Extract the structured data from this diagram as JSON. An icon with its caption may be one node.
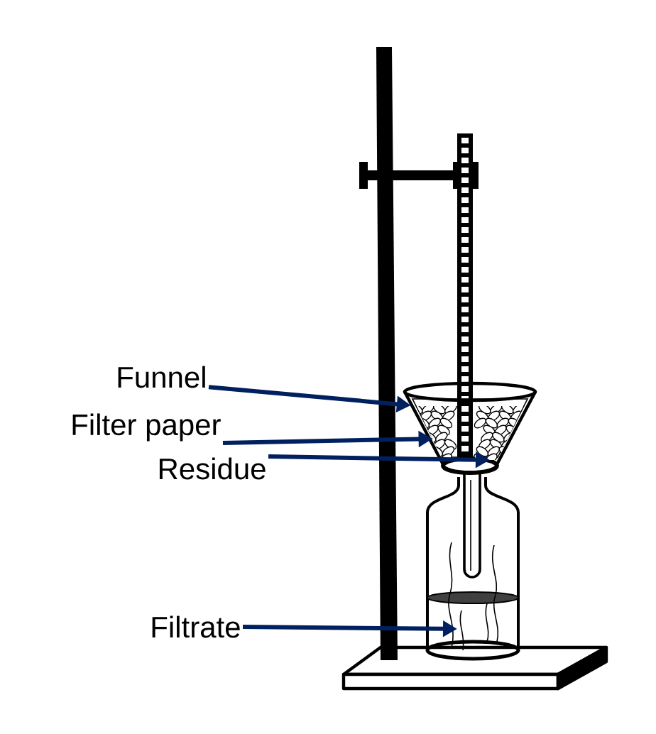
{
  "diagram": {
    "nodes": [
      {
        "text": [
          "Funnel"
        ]
      },
      {
        "text": [
          "Filter paper"
        ]
      },
      {
        "text": [
          "Residue"
        ]
      },
      {
        "text": [
          "Filtrate"
        ]
      },
      {
        "text": [],
        "shape": "picture"
      },
      {
        "text": [],
        "shape": "picture",
        "in": 4
      },
      {
        "text": [],
        "shape": "picture",
        "in": 4
      },
      {
        "text": [],
        "shape": "picture"
      }
    ],
    "edges": [
      {
        "from": 0,
        "to": 4,
        "arrow": "to"
      },
      {
        "from": 1,
        "to": 5,
        "arrow": "to"
      },
      {
        "from": 2,
        "to": 6,
        "arrow": "to"
      },
      {
        "from": 3,
        "to": 7,
        "arrow": "to"
      }
    ]
  }
}
